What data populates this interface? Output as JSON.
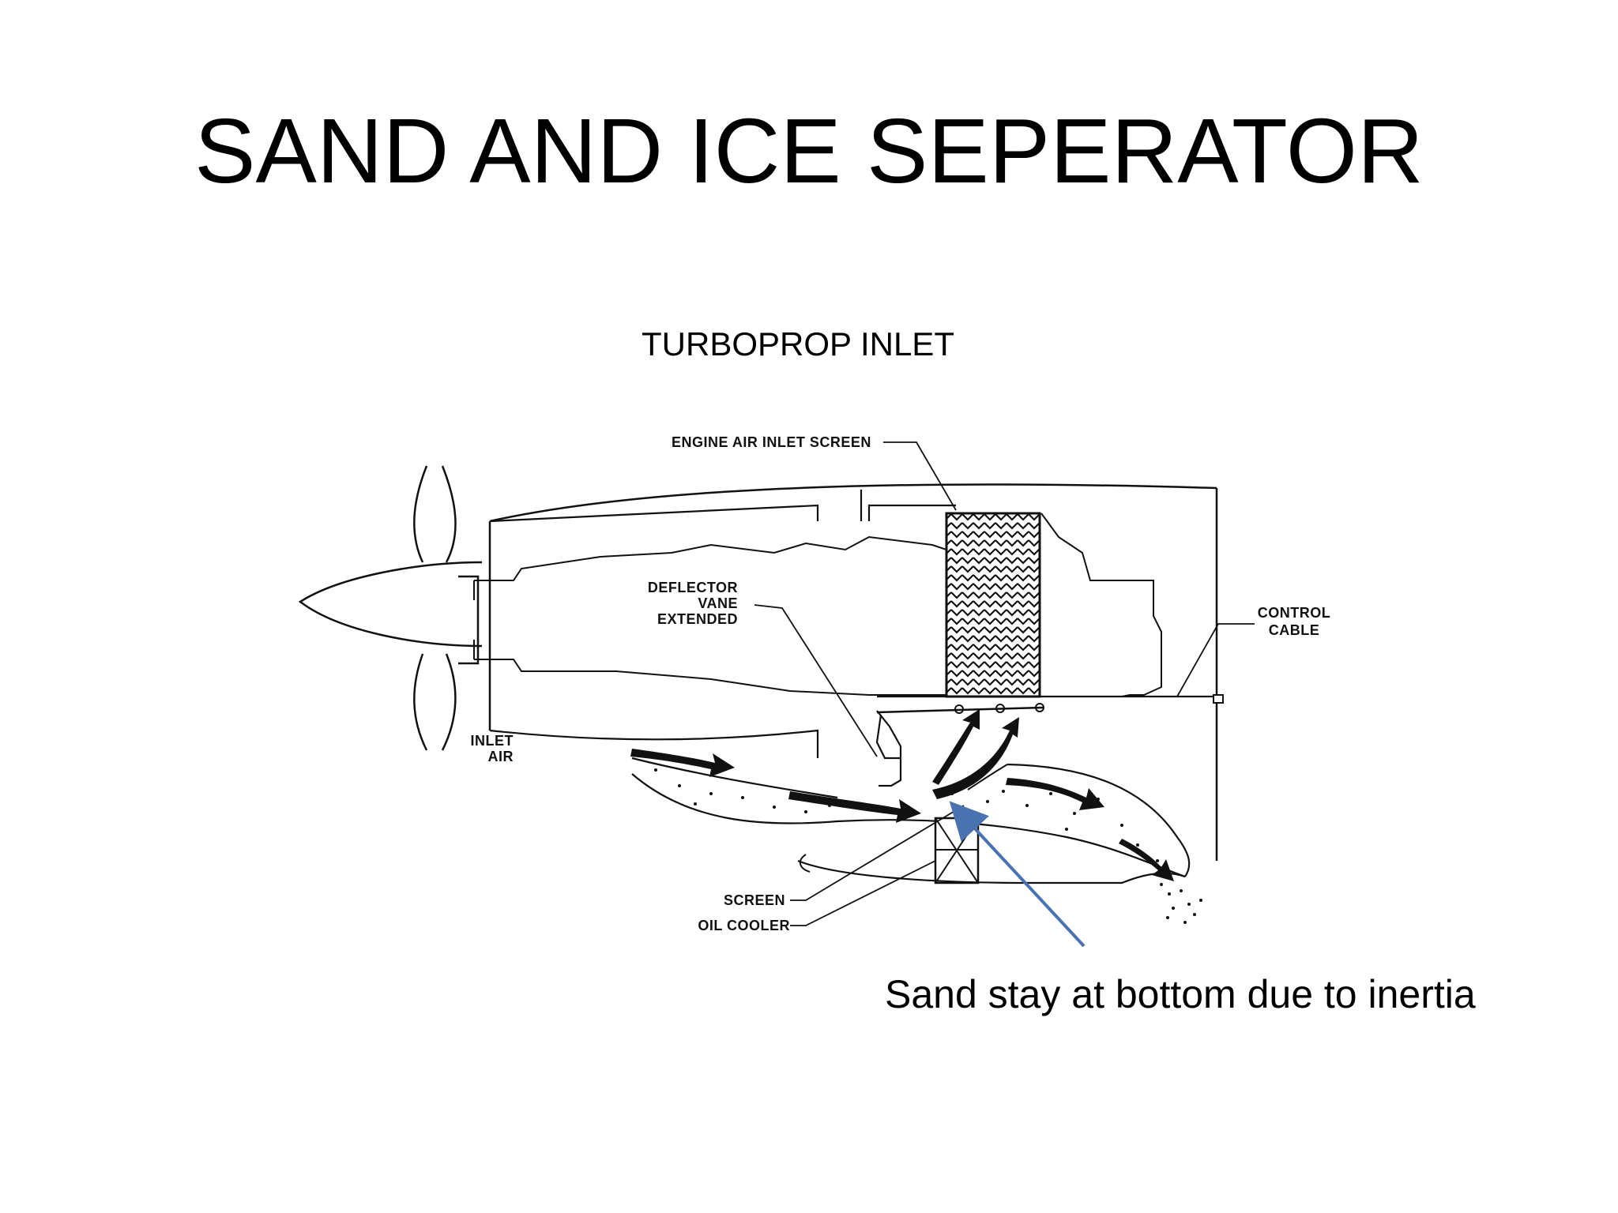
{
  "slide": {
    "title": "SAND AND ICE SEPERATOR",
    "subtitle": "TURBOPROP INLET",
    "caption": "Sand stay at bottom due to inertia"
  },
  "labels": {
    "engine_air_inlet_screen": "ENGINE AIR INLET SCREEN",
    "deflector_line1": "DEFLECTOR",
    "deflector_line2": "VANE",
    "deflector_line3": "EXTENDED",
    "control_line1": "CONTROL",
    "control_line2": "CABLE",
    "inlet_line1": "INLET",
    "inlet_line2": "AIR",
    "screen": "SCREEN",
    "oil_cooler": "OIL COOLER"
  },
  "colors": {
    "line": "#111111",
    "annotation_arrow": "#4a72b0"
  }
}
